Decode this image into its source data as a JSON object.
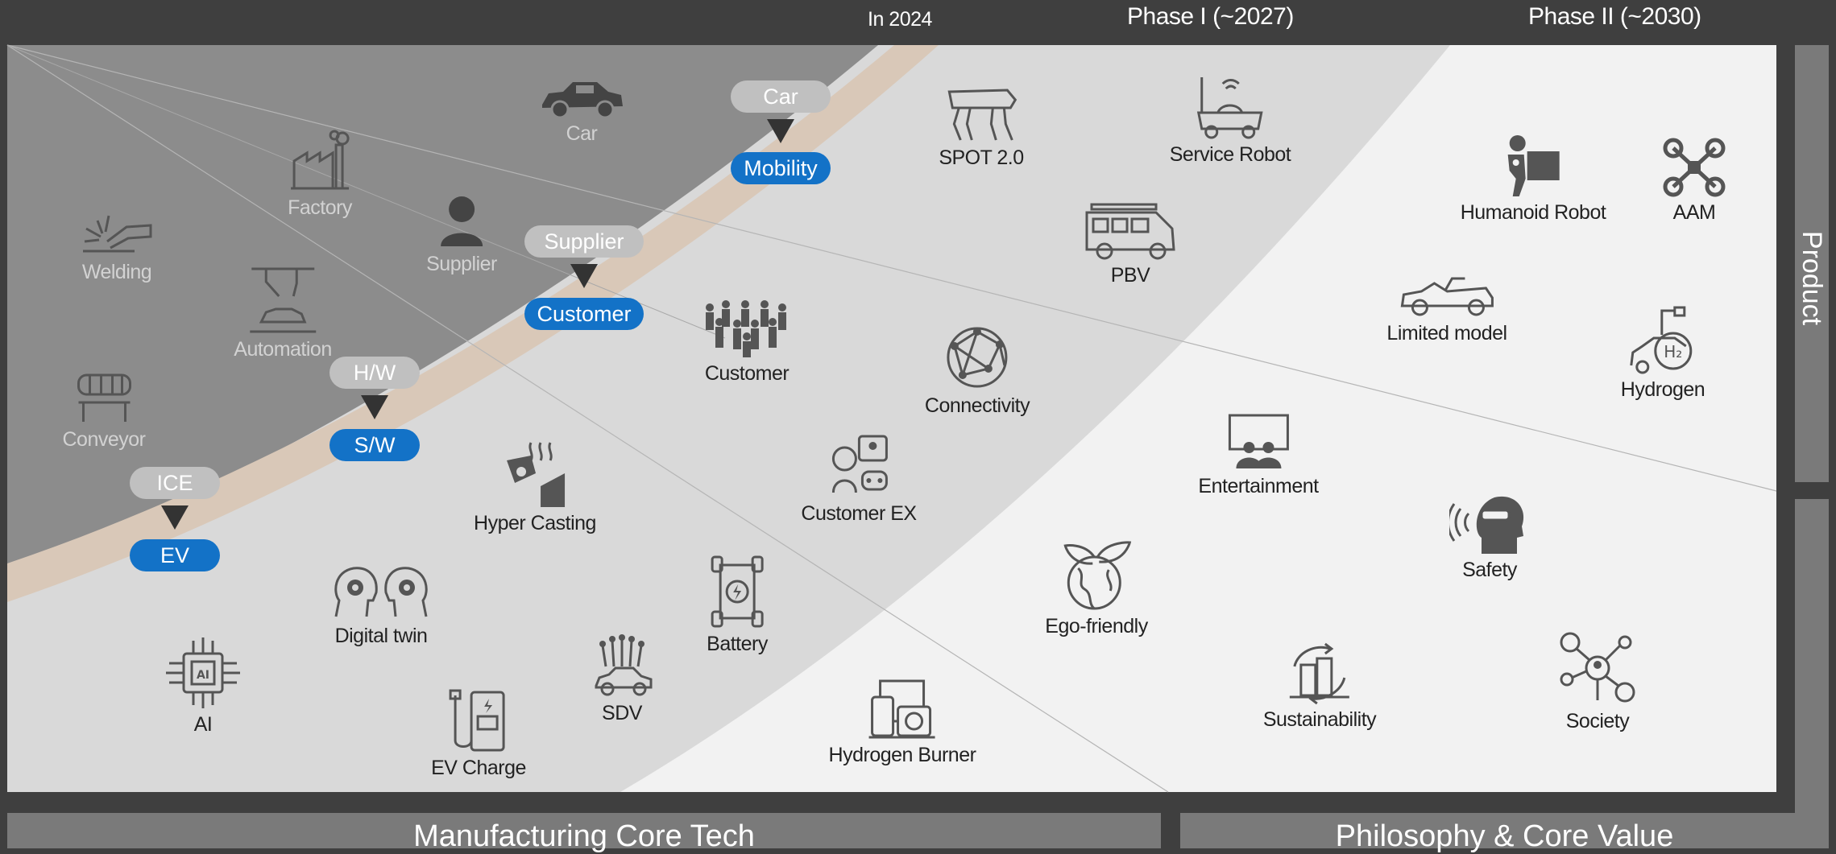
{
  "header": {
    "in_2024": "In 2024",
    "phase1": "Phase I (~2027)",
    "phase2": "Phase II (~2030)"
  },
  "side_label": "Product",
  "bottom": {
    "left": "Manufacturing Core Tech",
    "right": "Philosophy & Core Value"
  },
  "colors": {
    "frame": "#3f3f3f",
    "zone_2024": "#8c8c8c",
    "zone_phase1": "#d9d9d9",
    "zone_phase2": "#f2f2f2",
    "band": "#d9c8b8",
    "new_pill": "#1372c7",
    "old_pill": "#c0c0c0",
    "icon": "#555555"
  },
  "transitions": [
    {
      "from": "ICE",
      "to": "EV"
    },
    {
      "from": "H/W",
      "to": "S/W"
    },
    {
      "from": "Supplier",
      "to": "Customer"
    },
    {
      "from": "Car",
      "to": "Mobility"
    }
  ],
  "items_2024": [
    {
      "label": "Car",
      "icon": "car-icon"
    },
    {
      "label": "Factory",
      "icon": "factory-icon"
    },
    {
      "label": "Welding",
      "icon": "welding-icon"
    },
    {
      "label": "Supplier",
      "icon": "person-icon"
    },
    {
      "label": "Automation",
      "icon": "robot-arm-icon"
    },
    {
      "label": "Conveyor",
      "icon": "conveyor-icon"
    }
  ],
  "items_phase1": [
    {
      "label": "SPOT 2.0",
      "icon": "robot-dog-icon"
    },
    {
      "label": "Service Robot",
      "icon": "service-robot-icon"
    },
    {
      "label": "PBV",
      "icon": "van-icon"
    },
    {
      "label": "Customer",
      "icon": "crowd-icon"
    },
    {
      "label": "Connectivity",
      "icon": "globe-network-icon"
    },
    {
      "label": "Hyper Casting",
      "icon": "casting-icon"
    },
    {
      "label": "Customer EX",
      "icon": "customer-experience-icon"
    },
    {
      "label": "Digital twin",
      "icon": "digital-twin-icon"
    },
    {
      "label": "Battery",
      "icon": "battery-icon"
    },
    {
      "label": "AI",
      "icon": "ai-chip-icon"
    },
    {
      "label": "SDV",
      "icon": "sdv-icon"
    },
    {
      "label": "EV Charge",
      "icon": "ev-charger-icon"
    }
  ],
  "items_phase2": [
    {
      "label": "Humanoid Robot",
      "icon": "humanoid-robot-icon"
    },
    {
      "label": "AAM",
      "icon": "drone-icon"
    },
    {
      "label": "Limited model",
      "icon": "convertible-car-icon"
    },
    {
      "label": "Hydrogen",
      "icon": "hydrogen-icon"
    },
    {
      "label": "Entertainment",
      "icon": "theater-icon"
    },
    {
      "label": "Safety",
      "icon": "safety-icon"
    },
    {
      "label": "Ego-friendly",
      "icon": "eco-globe-icon"
    },
    {
      "label": "Sustainability",
      "icon": "sustainability-icon"
    },
    {
      "label": "Society",
      "icon": "society-network-icon"
    },
    {
      "label": "Hydrogen Burner",
      "icon": "hydrogen-burner-icon"
    }
  ]
}
